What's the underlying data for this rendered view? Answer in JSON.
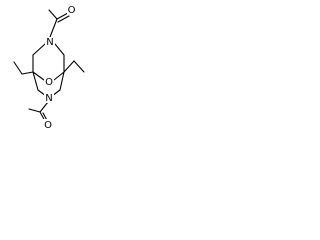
{
  "structure": {
    "atoms": {
      "n_top": "N",
      "n_bottom": "N",
      "o_top": "O",
      "o_center": "O",
      "o_bottom": "O"
    },
    "colors": {
      "bond": "#000000",
      "label": "#000000",
      "background": "#ffffff"
    }
  }
}
